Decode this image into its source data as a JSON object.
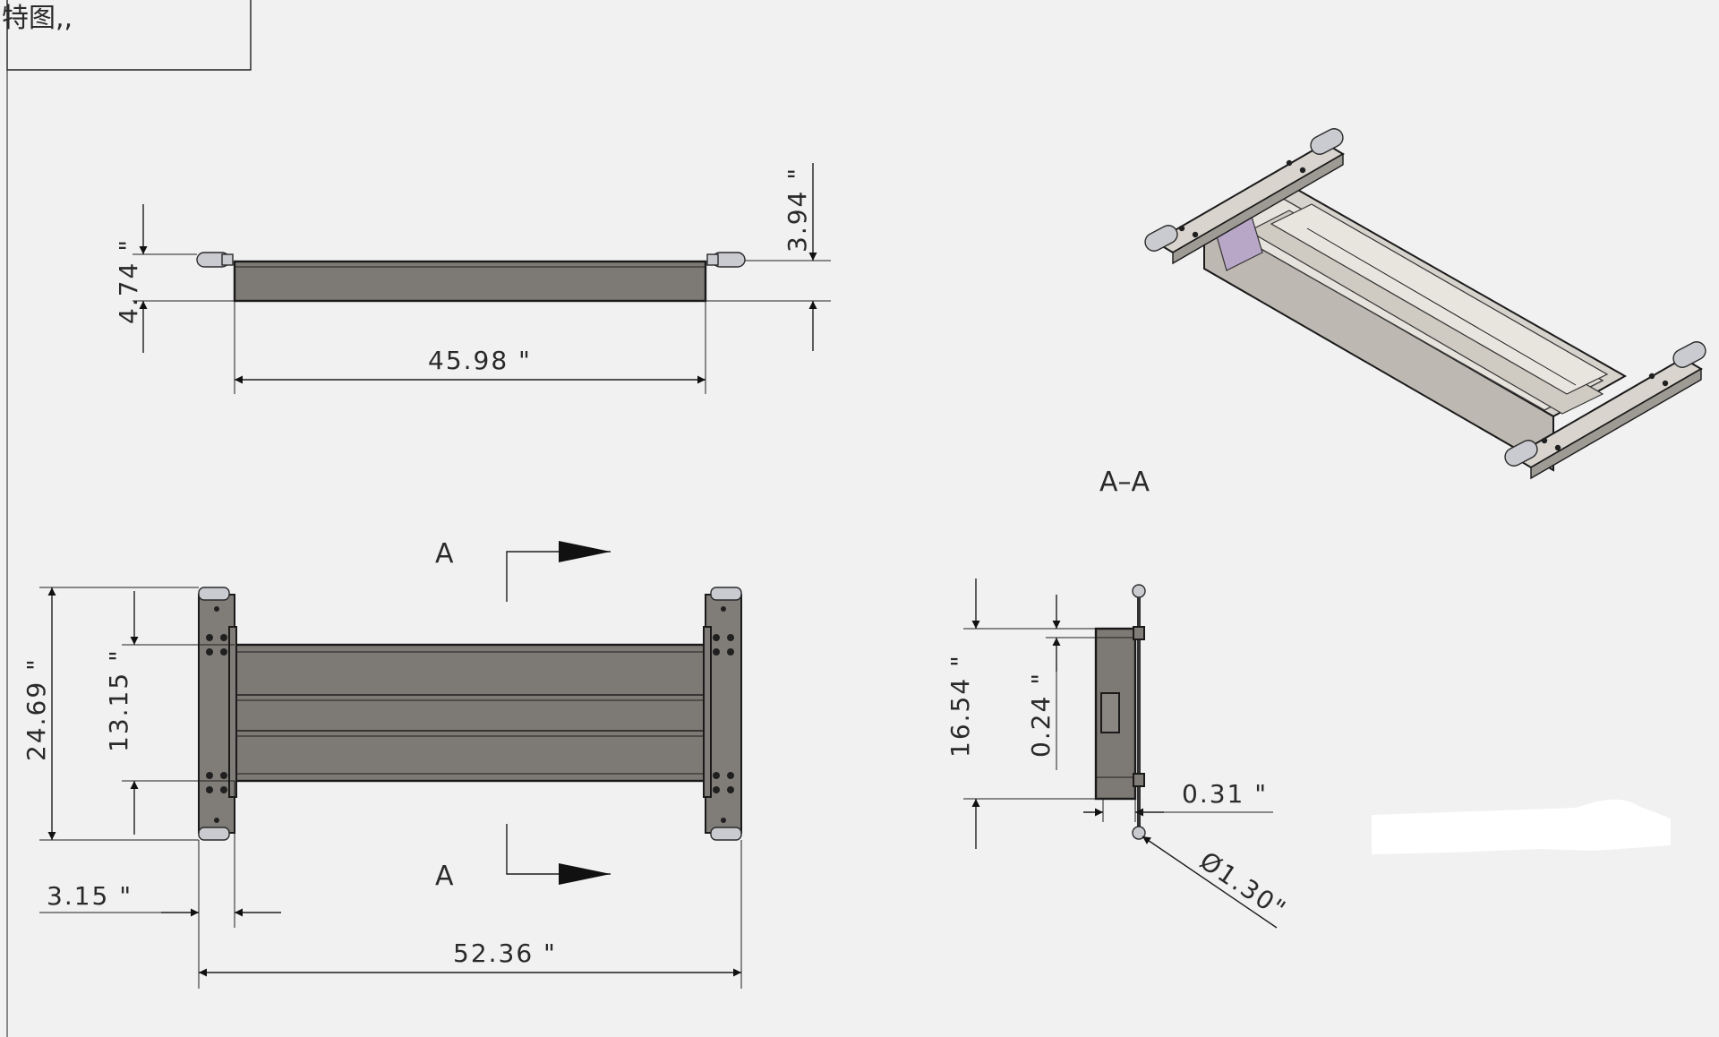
{
  "titlebox": {
    "caption": "特图,,"
  },
  "front_view": {
    "dims": {
      "length": "45.98 \"",
      "height_left": "4.74 \"",
      "height_right": "3.94 \""
    }
  },
  "top_view": {
    "section_label_top": "A",
    "section_label_bottom": "A",
    "dims": {
      "overall_length": "52.36 \"",
      "width_outer": "24.69 \"",
      "width_inner": "13.15 \"",
      "end_offset": "3.15 \""
    }
  },
  "section_view": {
    "title": "A–A",
    "dims": {
      "height": "16.54 \"",
      "wall": "0.24 \"",
      "gap": "0.31 \"",
      "diameter": "Ø1.30\""
    }
  },
  "colors": {
    "background": "#f1f1f2",
    "body": "#7d7a75",
    "iso_body": "#d6d2cc",
    "roller": "#c9cbd0"
  }
}
